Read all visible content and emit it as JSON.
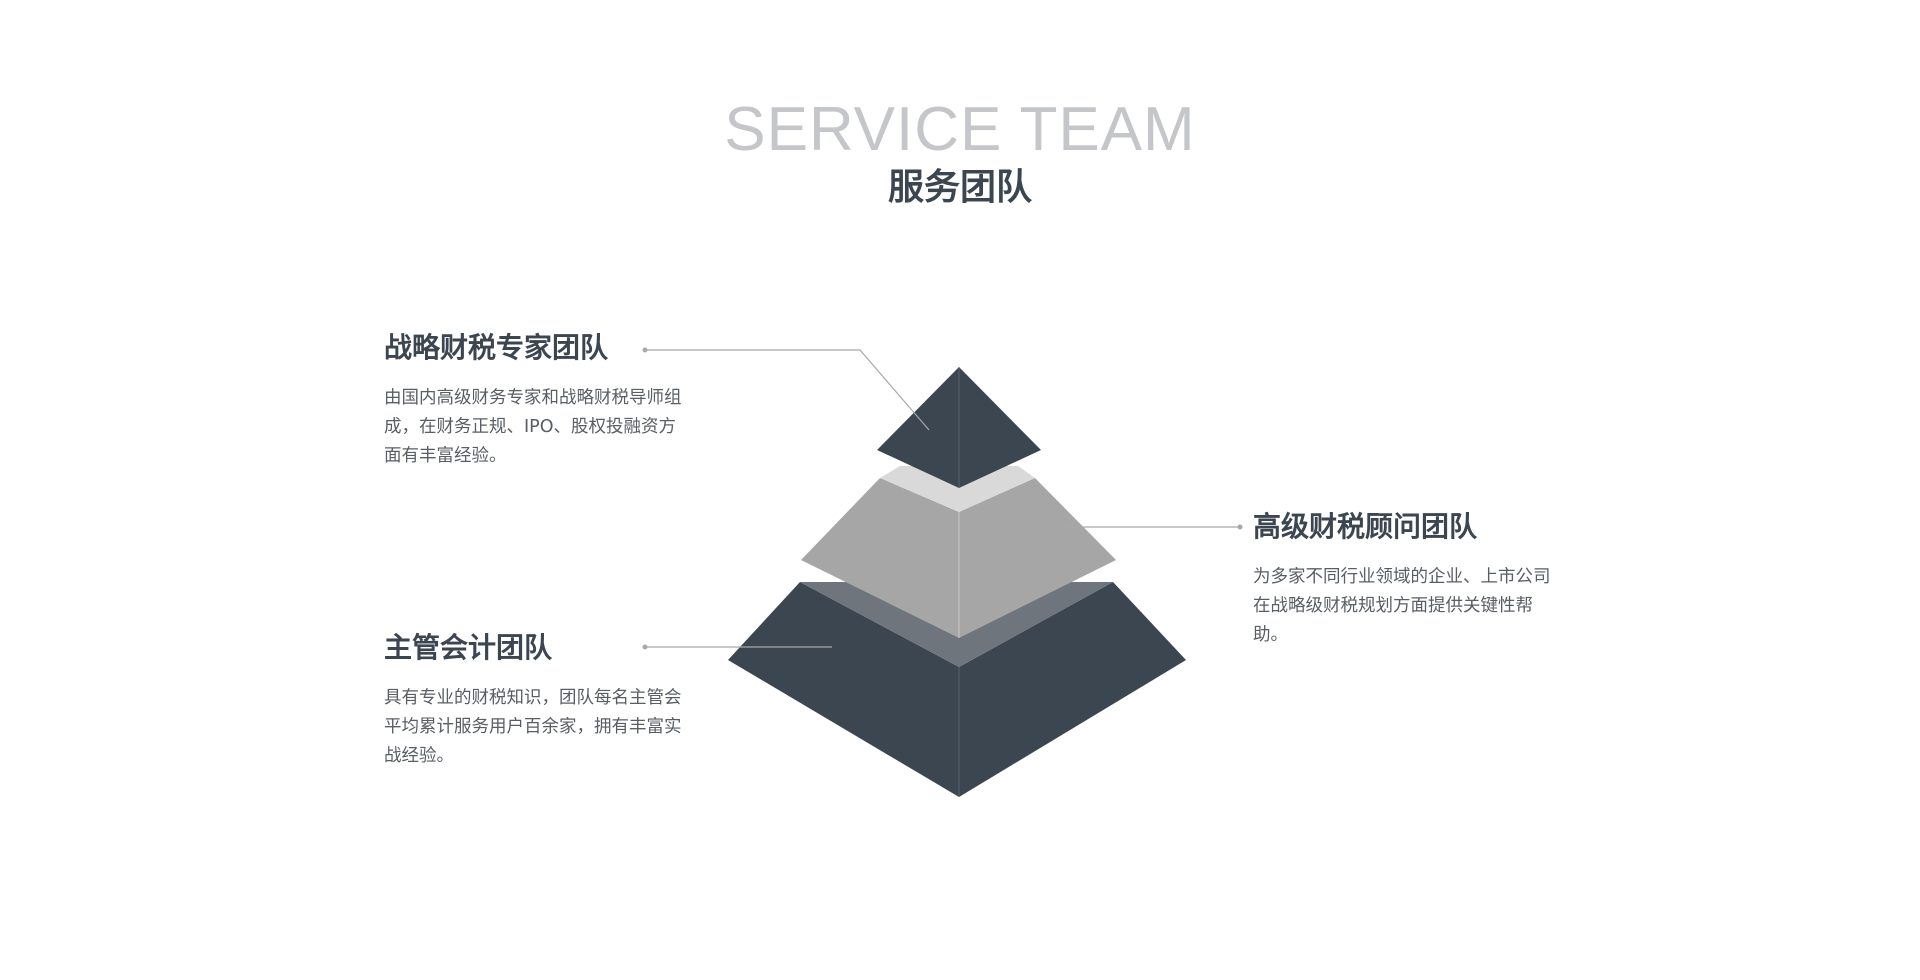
{
  "header": {
    "title_en": "SERVICE TEAM",
    "title_cn": "服务团队"
  },
  "tiers": [
    {
      "title": "战略财税专家团队",
      "description": "由国内高级财务专家和战略财税导师组成，在财务正规、IPO、股权投融资方面有丰富经验。"
    },
    {
      "title": "高级财税顾问团队",
      "description": "为多家不同行业领域的企业、上市公司在战略级财税规划方面提供关键性帮助。"
    },
    {
      "title": "主管会计团队",
      "description": "具有专业的财税知识，团队每名主管会平均累计服务用户百余家，拥有丰富实战经验。"
    }
  ],
  "colors": {
    "dark_slate": "#3c4651",
    "mid_gray": "#a6a6a6",
    "light_gray": "#d9d9d9",
    "shadow_gray": "#6e757c",
    "leader_line": "#a8a8a8"
  }
}
